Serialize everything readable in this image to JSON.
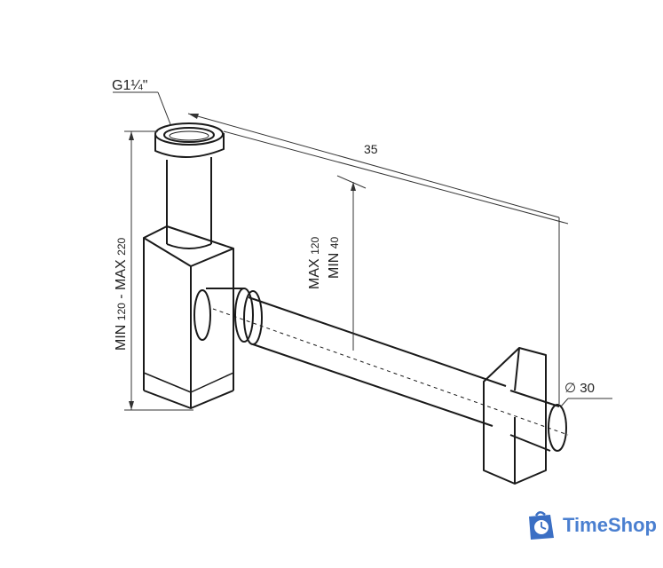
{
  "diagram": {
    "subject": "bottle siphon (sink trap) technical drawing",
    "labels": {
      "thread": "G1¼\"",
      "length": "35",
      "height_min_max": "MIN 120 - MAX 220",
      "height_min_prefix": "MIN",
      "height_min_val": "120",
      "height_max_prefix": "- MAX",
      "height_max_val": "220",
      "outlet_max_prefix": "MAX",
      "outlet_max_val": "120",
      "outlet_min_prefix": "MIN",
      "outlet_min_val": "40",
      "diameter": "∅ 30"
    },
    "colors": {
      "line": "#1a1a1a",
      "dim_line": "#333333"
    }
  },
  "logo": {
    "text": "TimeShop",
    "color": "#4a7fd0",
    "icon": "clock-bag-icon"
  }
}
